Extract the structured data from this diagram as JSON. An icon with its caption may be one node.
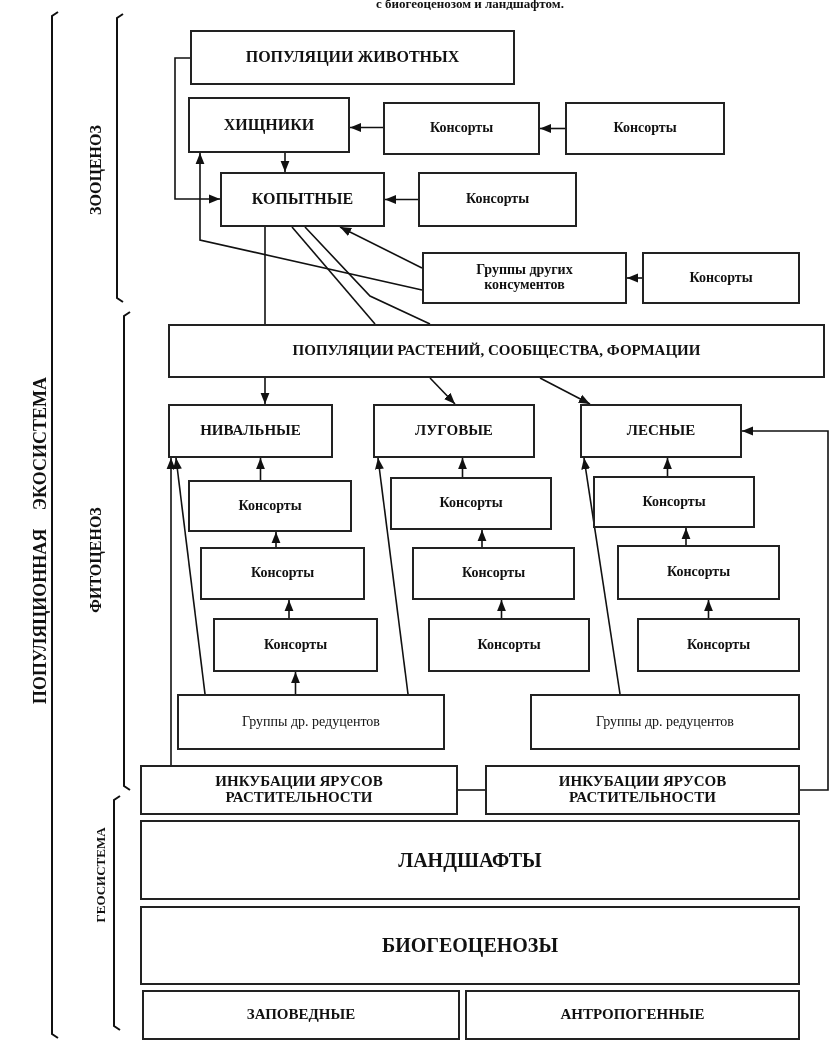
{
  "diagram": {
    "nodes": [
      {
        "text": [
          "ПОПУЛЯЦИИ ЖИВОТНЫХ"
        ]
      },
      {
        "text": [
          "ХИЩНИКИ"
        ]
      },
      {
        "text": [
          "Консорты"
        ]
      },
      {
        "text": [
          "Консорты"
        ]
      },
      {
        "text": [
          "КОПЫТНЫЕ"
        ]
      },
      {
        "text": [
          "Консорты"
        ]
      },
      {
        "text": [
          "Группы других консументов"
        ]
      },
      {
        "text": [
          "Консорты"
        ]
      },
      {
        "text": [
          "ПОПУЛЯЦИИ РАСТЕНИЙ, СООБЩЕСТВА, ФОРМАЦИИ"
        ]
      },
      {
        "text": [
          "НИВАЛЬНЫЕ"
        ]
      },
      {
        "text": [
          "ЛУГОВЫЕ"
        ]
      },
      {
        "text": [
          "ЛЕСНЫЕ"
        ]
      },
      {
        "text": [
          "Консорты"
        ]
      },
      {
        "text": [
          "Консорты"
        ]
      },
      {
        "text": [
          "Консорты"
        ]
      },
      {
        "text": [
          "Группы др. редуцентов"
        ]
      },
      {
        "text": [
          "Консорты"
        ]
      },
      {
        "text": [
          "Консорты"
        ]
      },
      {
        "text": [
          "Консорты"
        ]
      },
      {
        "text": [
          "Консорты"
        ]
      },
      {
        "text": [
          "Консорты"
        ]
      },
      {
        "text": [
          "Консорты"
        ]
      },
      {
        "text": [
          "Группы др. редуцентов"
        ]
      },
      {
        "text": [
          "ИНКУБАЦИИ ЯРУСОВ РАСТИТЕЛЬНОСТИ"
        ]
      },
      {
        "text": [
          "ИНКУБАЦИИ ЯРУСОВ РАСТИТЕЛЬНОСТИ"
        ]
      },
      {
        "text": [
          "ЛАНДШАФТЫ"
        ]
      },
      {
        "text": [
          "БИОГЕОЦЕНОЗЫ"
        ]
      },
      {
        "text": [
          "ЗАПОВЕДНЫЕ"
        ]
      },
      {
        "text": [
          "АНТРОПОГЕННЫЕ"
        ]
      }
    ],
    "edges": [
      {
        "from": 0,
        "to": 4,
        "arrow": "to"
      },
      {
        "from": 2,
        "to": 1,
        "arrow": "to"
      },
      {
        "from": 3,
        "to": 2,
        "arrow": "to"
      },
      {
        "from": 1,
        "to": 4,
        "arrow": "to"
      },
      {
        "from": 5,
        "to": 4,
        "arrow": "to"
      },
      {
        "from": 6,
        "to": 4,
        "arrow": "to"
      },
      {
        "from": 6,
        "to": 1,
        "arrow": "to"
      },
      {
        "from": 7,
        "to": 6,
        "arrow": "to"
      },
      {
        "from": 4,
        "to": 8,
        "arrow": "none"
      },
      {
        "from": 4,
        "to": 8,
        "arrow": "none"
      },
      {
        "from": 4,
        "to": 8,
        "arrow": "none"
      },
      {
        "from": 8,
        "to": 9,
        "arrow": "to"
      },
      {
        "from": 8,
        "to": 10,
        "arrow": "to"
      },
      {
        "from": 8,
        "to": 11,
        "arrow": "to"
      },
      {
        "from": 12,
        "to": 9,
        "arrow": "to"
      },
      {
        "from": 13,
        "to": 12,
        "arrow": "to"
      },
      {
        "from": 14,
        "to": 13,
        "arrow": "to"
      },
      {
        "from": 15,
        "to": 14,
        "arrow": "to"
      },
      {
        "from": 16,
        "to": 10,
        "arrow": "to"
      },
      {
        "from": 17,
        "to": 16,
        "arrow": "to"
      },
      {
        "from": 18,
        "to": 17,
        "arrow": "to"
      },
      {
        "from": 19,
        "to": 11,
        "arrow": "to"
      },
      {
        "from": 20,
        "to": 19,
        "arrow": "to"
      },
      {
        "from": 21,
        "to": 20,
        "arrow": "to"
      },
      {
        "from": 15,
        "to": 9,
        "arrow": "to"
      },
      {
        "from": 23,
        "to": 9,
        "arrow": "to"
      },
      {
        "from": 15,
        "to": 10,
        "arrow": "to"
      },
      {
        "from": 22,
        "to": 11,
        "arrow": "to"
      },
      {
        "from": 24,
        "to": 11,
        "arrow": "to"
      },
      {
        "from": 23,
        "to": 24,
        "arrow": "none"
      }
    ],
    "labels": [
      "с биогеоценозом и ландшафтом.",
      "ПОПУЛЯЦИОННАЯ ЭКОСИСТЕМА",
      "ЗООЦЕНОЗ",
      "ФИТОЦЕНОЗ",
      "ГЕОСИСТЕМА"
    ]
  }
}
